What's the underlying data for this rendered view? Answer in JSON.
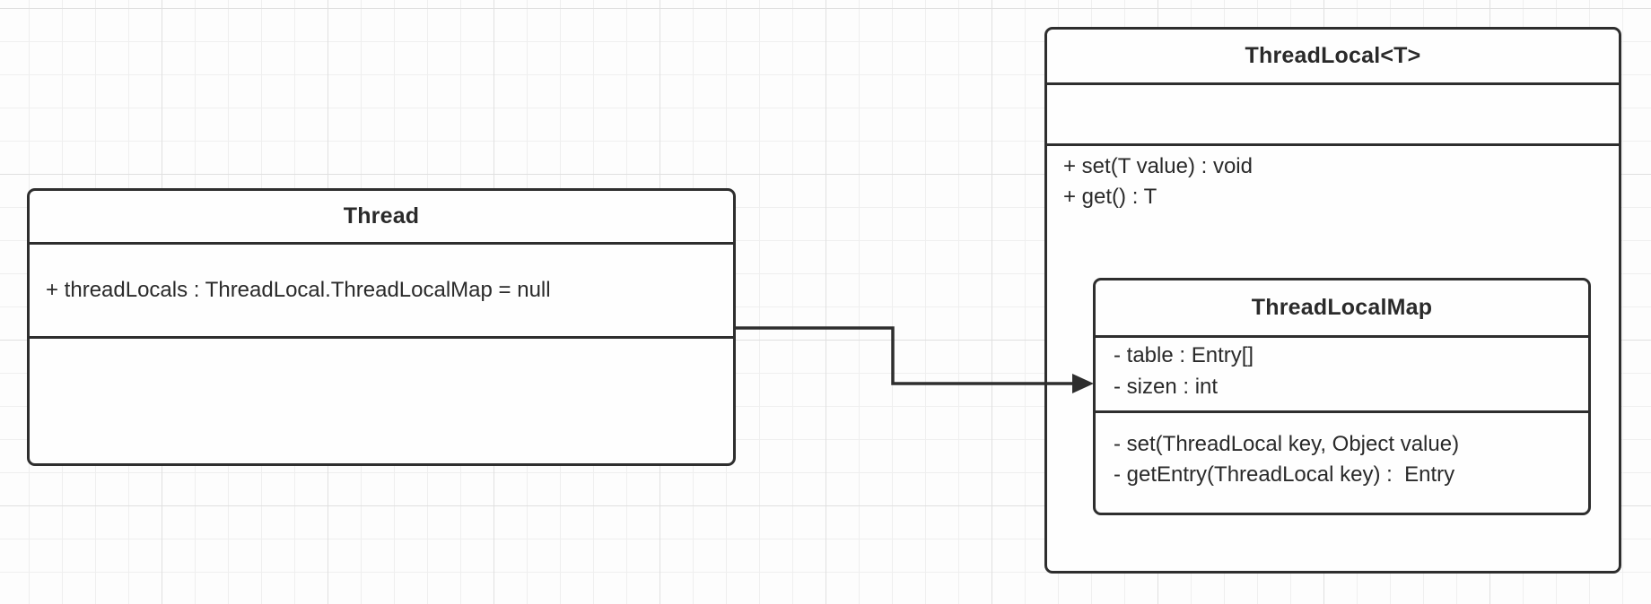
{
  "canvas": {
    "type": "uml-class-diagram",
    "background": "#fdfdfd",
    "grid_minor_color": "#efefef",
    "grid_major_color": "#e0e0e0"
  },
  "colors": {
    "stroke": "#2e2e2e",
    "text": "#2a2a2a",
    "box_fill": "#fefefe"
  },
  "diagram": {
    "classes": [
      {
        "title": "Thread",
        "attributes": [
          "+ threadLocals : ThreadLocal.ThreadLocalMap = null"
        ],
        "methods": []
      },
      {
        "title": "ThreadLocal<T>",
        "attributes": [],
        "methods": [
          "+ set(T value) : void",
          "+ get() : T"
        ]
      },
      {
        "title": "ThreadLocalMap",
        "attributes": [
          "- table : Entry[]",
          "- sizen : int"
        ],
        "methods": [
          "- set(ThreadLocal key, Object value)",
          "- getEntry(ThreadLocal key) :  Entry"
        ]
      }
    ],
    "relationships": [
      {
        "from": "Thread",
        "to": "ThreadLocalMap",
        "kind": "directed association arrow"
      }
    ]
  }
}
